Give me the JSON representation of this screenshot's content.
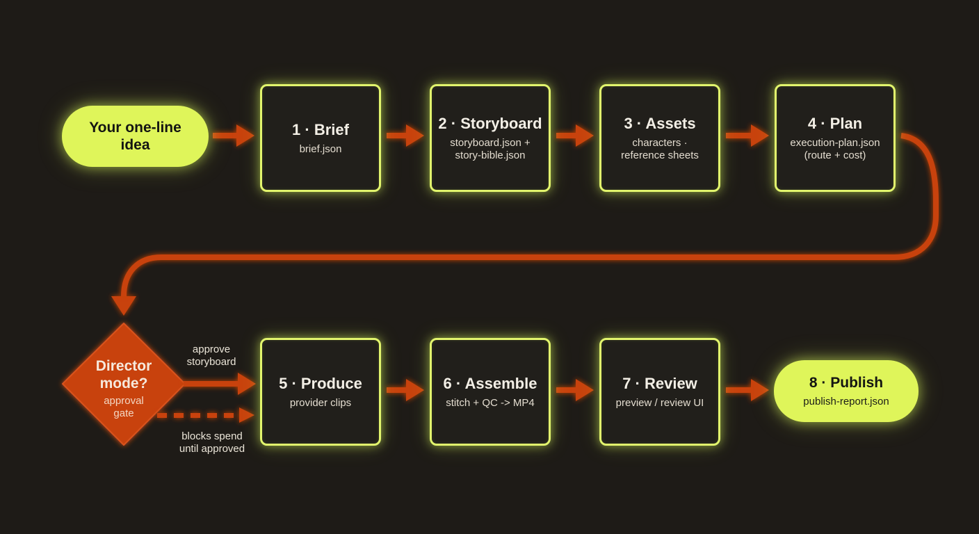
{
  "colors": {
    "background": "#1e1b17",
    "box_border": "#e2f56d",
    "pill_fill": "#dff55a",
    "arrow": "#c8430f",
    "diamond": "#c8430f"
  },
  "start": {
    "title": "Your one-line\nidea"
  },
  "steps": [
    {
      "title": "1 · Brief",
      "sub": "brief.json"
    },
    {
      "title": "2 · Storyboard",
      "sub": "storyboard.json +\nstory-bible.json"
    },
    {
      "title": "3 · Assets",
      "sub": "characters ·\nreference sheets"
    },
    {
      "title": "4 · Plan",
      "sub": "execution-plan.json\n(route + cost)"
    },
    {
      "title": "5 · Produce",
      "sub": "provider clips"
    },
    {
      "title": "6 · Assemble",
      "sub": "stitch + QC -> MP4"
    },
    {
      "title": "7 · Review",
      "sub": "preview / review UI"
    }
  ],
  "publish": {
    "title": "8 · Publish",
    "sub": "publish-report.json"
  },
  "decision": {
    "title": "Director\nmode?",
    "sub": "approval\ngate"
  },
  "edges": {
    "approve_label": "approve\nstoryboard",
    "block_label": "blocks spend\nuntil approved"
  }
}
